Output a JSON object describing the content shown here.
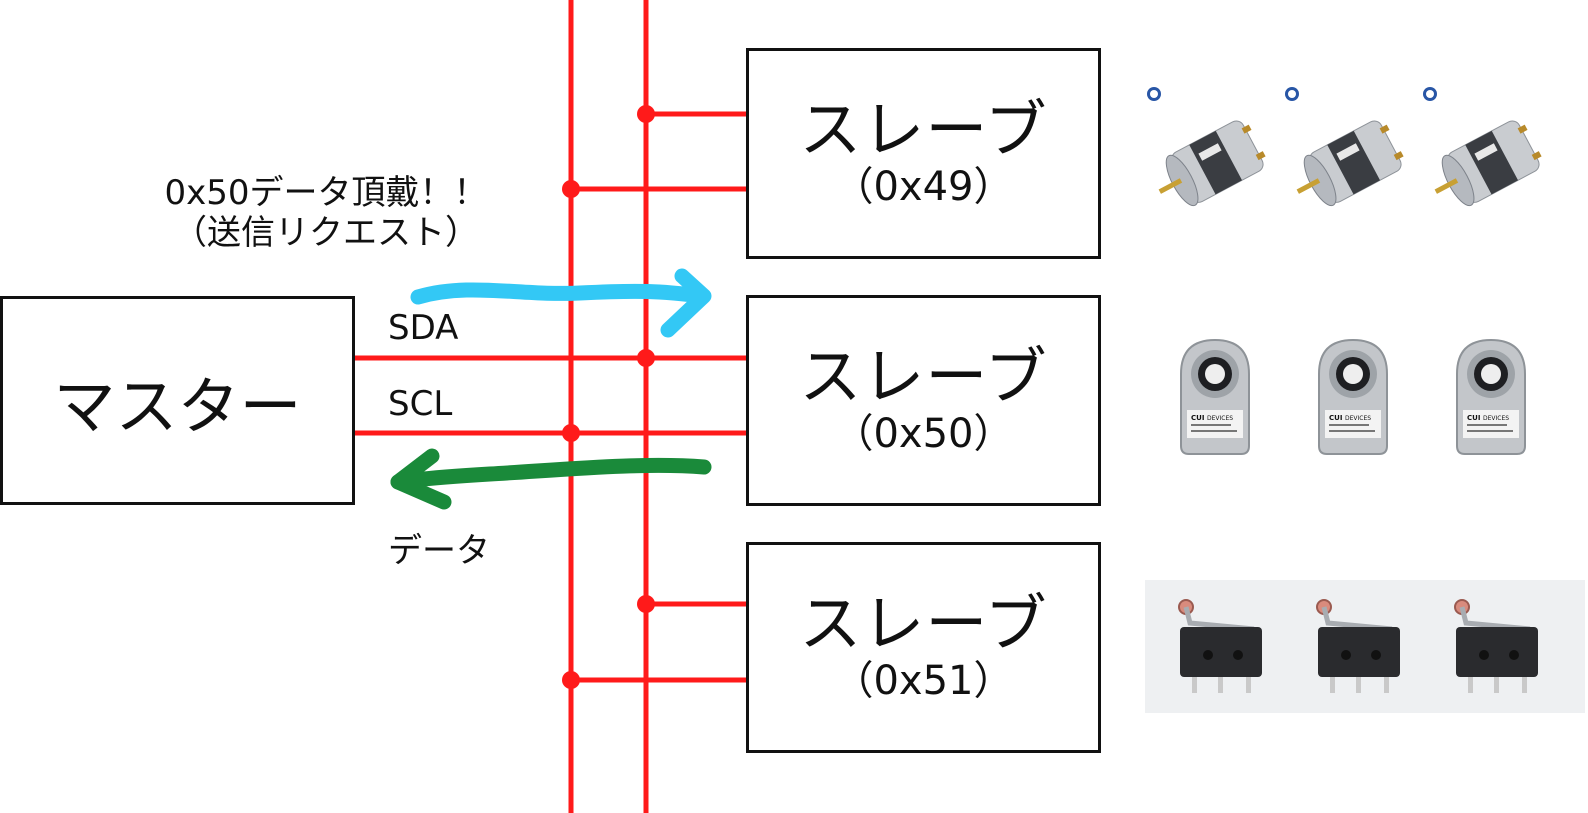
{
  "master": {
    "label": "マスター"
  },
  "bus": {
    "sda_label": "SDA",
    "scl_label": "SCL",
    "color": "#ff1a1a"
  },
  "request_note": {
    "line1": "0x50データ頂戴！！",
    "line2": "（送信リクエスト）",
    "arrow_color": "#33c8f5"
  },
  "response_note": {
    "label": "データ",
    "arrow_color": "#1a8a3a"
  },
  "slaves": [
    {
      "label": "スレーブ",
      "address": "（0x49）",
      "device": "dc-motor"
    },
    {
      "label": "スレーブ",
      "address": "（0x50）",
      "device": "rotary-encoder"
    },
    {
      "label": "スレーブ",
      "address": "（0x51）",
      "device": "micro-switch"
    }
  ],
  "encoder_text": {
    "brand": "CUI",
    "name": "DEVICES"
  }
}
